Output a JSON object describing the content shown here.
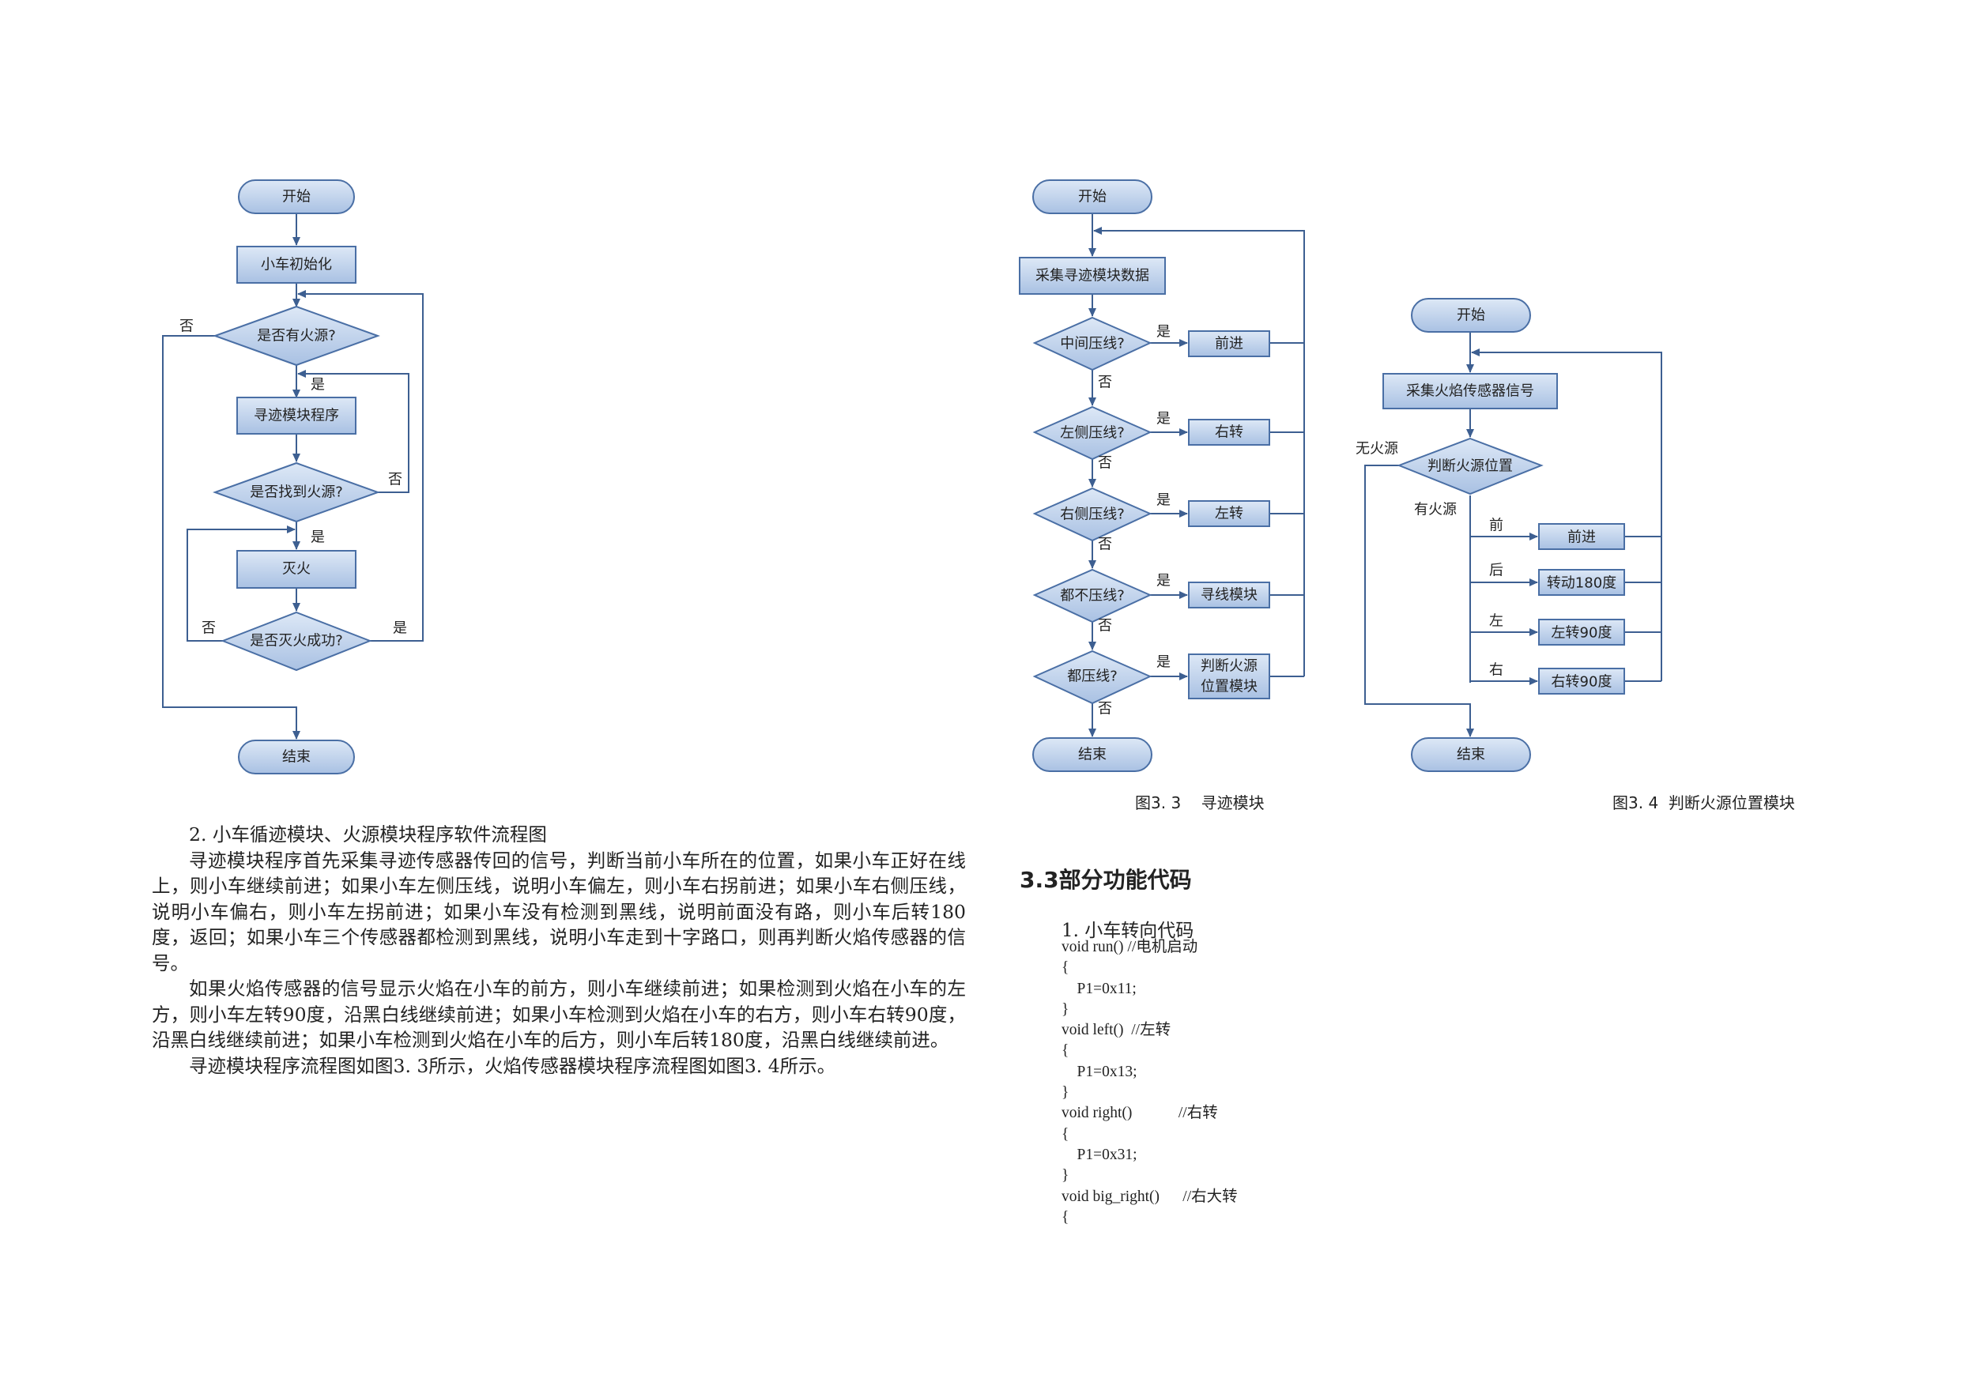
{
  "figure_left": {
    "start": "开始",
    "init": "小车初始化",
    "q_fire": "是否有火源?",
    "track": "寻迹模块程序",
    "q_found": "是否找到火源?",
    "extinguish": "灭火",
    "q_success": "是否灭火成功?",
    "end": "结束",
    "yes": "是",
    "no": "否"
  },
  "figure_33": {
    "caption": "图3. 3    寻迹模块",
    "start": "开始",
    "collect": "采集寻迹模块数据",
    "q_mid": "中间压线?",
    "q_left": "左侧压线?",
    "q_right": "右侧压线?",
    "q_none": "都不压线?",
    "q_all": "都压线?",
    "forward": "前进",
    "turn_right": "右转",
    "turn_left": "左转",
    "seek_line": "寻线模块",
    "judge_line1": "判断火源",
    "judge_line2": "位置模块",
    "end": "结束",
    "yes": "是",
    "no": "否"
  },
  "figure_34": {
    "caption": "图3. 4  判断火源位置模块",
    "start": "开始",
    "collect": "采集火焰传感器信号",
    "judge": "判断火源位置",
    "no_fire": "无火源",
    "has_fire": "有火源",
    "front": "前",
    "back": "后",
    "left": "左",
    "right": "右",
    "forward": "前进",
    "rotate180": "转动180度",
    "left90": "左转90度",
    "right90": "右转90度",
    "end": "结束"
  },
  "text": {
    "section2_title": "2.  小车循迹模块、火源模块程序软件流程图",
    "para1": "寻迹模块程序首先采集寻迹传感器传回的信号，判断当前小车所在的位置，如果小车正好在线上，则小车继续前进；如果小车左侧压线，说明小车偏左，则小车右拐前进；如果小车右侧压线，说明小车偏右，则小车左拐前进；如果小车没有检测到黑线，说明前面没有路，则小车后转180度，返回；如果小车三个传感器都检测到黑线，说明小车走到十字路口，则再判断火焰传感器的信号。",
    "para2": "如果火焰传感器的信号显示火焰在小车的前方，则小车继续前进；如果检测到火焰在小车的左方，则小车左转90度，沿黑白线继续前进；如果小车检测到火焰在小车的右方，则小车右转90度，沿黑白线继续前进；如果小车检测到火焰在小车的后方，则小车后转180度，沿黑白线继续前进。",
    "para3": "寻迹模块程序流程图如图3. 3所示，火焰传感器模块程序流程图如图3. 4所示。",
    "section33": "3.3部分功能代码",
    "code_title": "1.  小车转向代码",
    "code": "void run() //电机启动\n{\n    P1=0x11;\n}\nvoid left()  //左转\n{\n    P1=0x13;\n}\nvoid right()            //右转\n{\n    P1=0x31;\n}\nvoid big_right()      //右大转\n{"
  },
  "colors": {
    "shape_fill_top": "#dde8f6",
    "shape_fill_bottom": "#a9c1e3",
    "shape_stroke": "#4a6fa5",
    "arrow": "#3d5f91"
  }
}
